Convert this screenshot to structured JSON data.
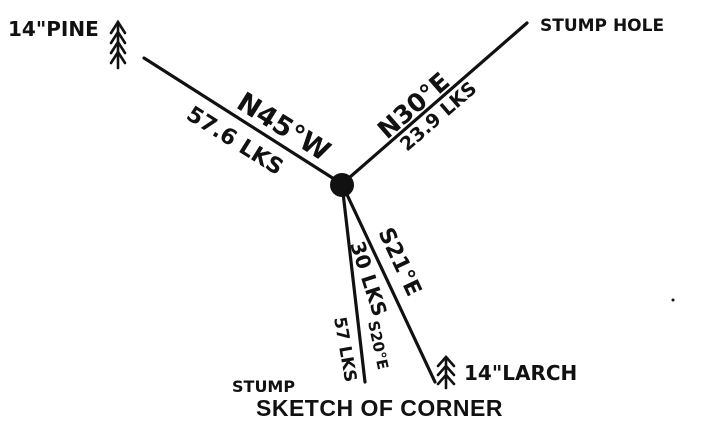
{
  "caption": "SKETCH OF CORNER",
  "corner": {
    "marker": "corner-point"
  },
  "bearings": [
    {
      "id": "pine",
      "course": "N45°W",
      "distance": "57.6 LKS",
      "object": "14\"PINE"
    },
    {
      "id": "stump-hole",
      "course": "N30°E",
      "distance": "23.9 LKS",
      "object": "STUMP HOLE"
    },
    {
      "id": "larch",
      "course": "S21°E",
      "distance": "30 LKS",
      "object": "14\"LARCH"
    },
    {
      "id": "stump",
      "course": "S20°E",
      "distance": "57 LKS",
      "object": "STUMP"
    }
  ],
  "colors": {
    "ink": "#111111",
    "paper": "#ffffff"
  },
  "icons": {
    "tree": "tree-arrow-icon",
    "corner": "corner-dot-icon"
  }
}
